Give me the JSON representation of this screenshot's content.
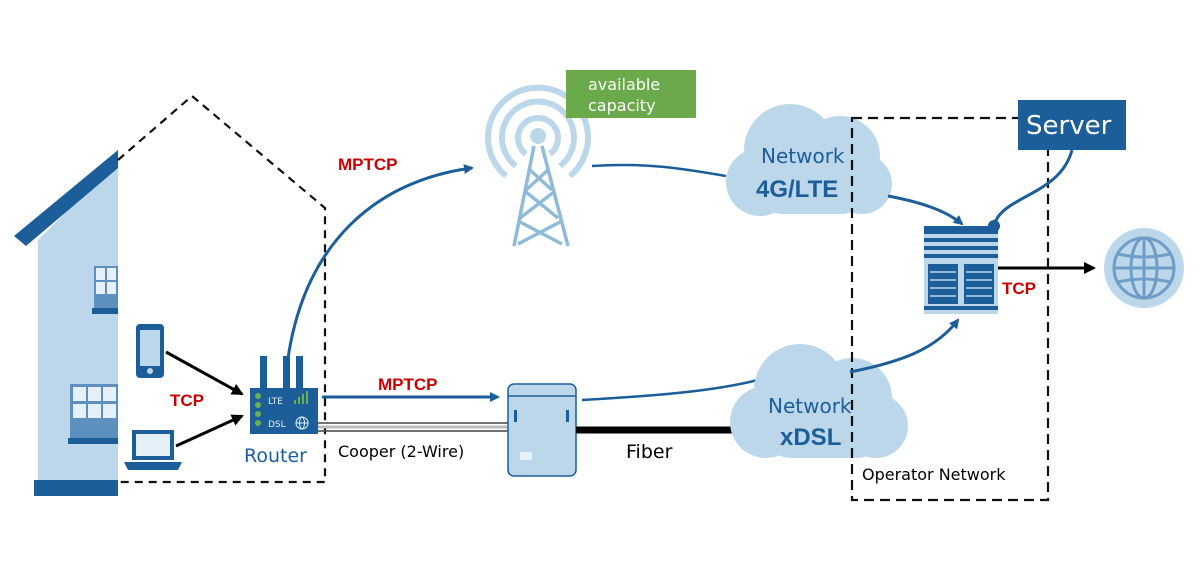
{
  "labels": {
    "available_capacity": [
      "available",
      "capacity"
    ],
    "mptcp_top": "MPTCP",
    "mptcp_bottom": "MPTCP",
    "tcp_devices": "TCP",
    "tcp_internet": "TCP",
    "network_lte": [
      "Network",
      "4G/LTE"
    ],
    "network_dsl": [
      "Network",
      "xDSL"
    ],
    "server": "Server",
    "router": "Router",
    "router_lte": "LTE",
    "router_dsl": "DSL",
    "cooper": "Cooper (2-Wire)",
    "fiber": "Fiber",
    "operator_network": "Operator Network"
  },
  "colors": {
    "primary_blue": "#1b5e9a",
    "light_blue": "#bcd7ea",
    "mid_blue": "#8fbbd9",
    "red_label": "#cc0000",
    "green_box": "#6aaa4b",
    "dark_border": "#0d3f70"
  }
}
